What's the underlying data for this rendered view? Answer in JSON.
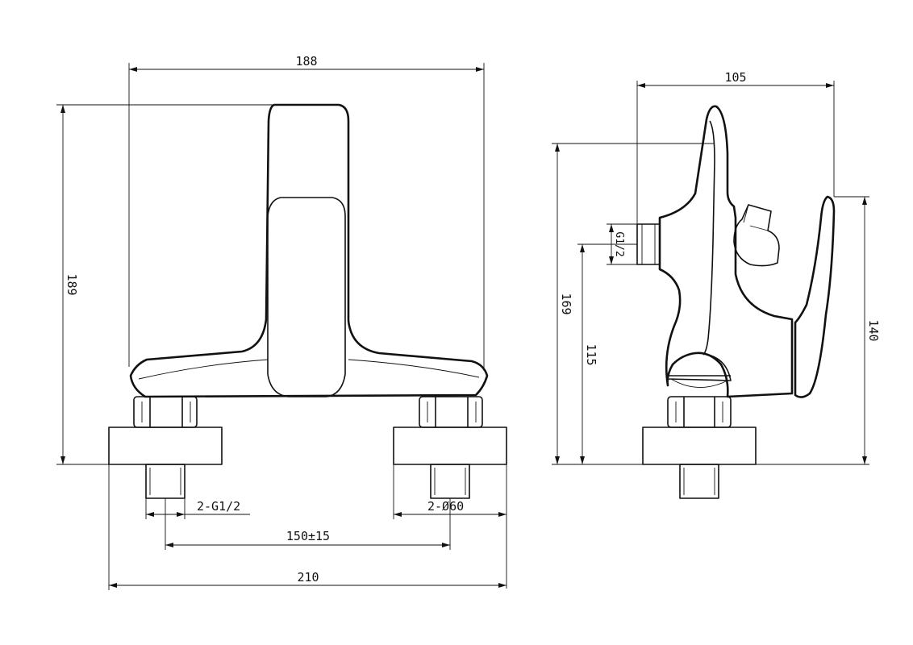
{
  "dimensions": {
    "front_width_top": "188",
    "front_height": "189",
    "side_depth_top": "105",
    "side_height": "169",
    "side_inlet_height": "115",
    "side_lever_height": "140",
    "inlet_thread_side": "G1/2",
    "inlet_thread": "2-G1/2",
    "flange_diameter": "2-Ø60",
    "center_distance": "150±15",
    "overall_width": "210"
  },
  "colors": {
    "line": "#111111",
    "background": "#ffffff"
  }
}
